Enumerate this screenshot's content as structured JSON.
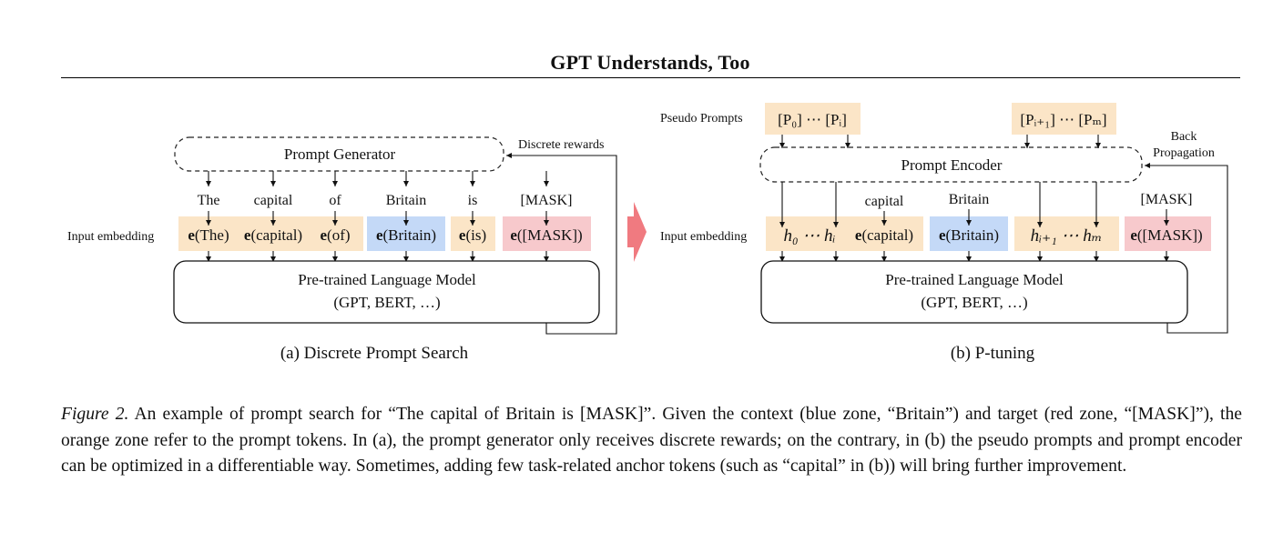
{
  "header": {
    "title": "GPT Understands, Too"
  },
  "colors": {
    "prompt_zone": "#fbe5c7",
    "context_zone": "#c4d9f7",
    "target_zone": "#f7c9cc",
    "transition_arrow": "#f07a80"
  },
  "figure": {
    "panel_a": {
      "generator_label": "Prompt Generator",
      "rewards_label": "Discrete rewards",
      "input_embedding_label": "Input embedding",
      "tokens": [
        {
          "word": "The",
          "emb_prefix": "e",
          "emb_arg": "(The)",
          "zone": "prompt"
        },
        {
          "word": "capital",
          "emb_prefix": "e",
          "emb_arg": "(capital)",
          "zone": "prompt"
        },
        {
          "word": "of",
          "emb_prefix": "e",
          "emb_arg": "(of)",
          "zone": "prompt"
        },
        {
          "word": "Britain",
          "emb_prefix": "e",
          "emb_arg": "(Britain)",
          "zone": "context"
        },
        {
          "word": "is",
          "emb_prefix": "e",
          "emb_arg": "(is)",
          "zone": "prompt"
        },
        {
          "word": "[MASK]",
          "emb_prefix": "e",
          "emb_arg": "([MASK])",
          "zone": "target"
        }
      ],
      "lm_line1": "Pre-trained Language Model",
      "lm_line2": "(GPT, BERT, …)",
      "subcaption": "(a) Discrete Prompt Search"
    },
    "panel_b": {
      "pseudo_prompts_label": "Pseudo Prompts",
      "pseudo_left": "[P₀] ⋯ [Pᵢ]",
      "pseudo_right": "[Pᵢ₊₁] ⋯ [Pₘ]",
      "encoder_label": "Prompt Encoder",
      "back_prop_line1": "Back",
      "back_prop_line2": "Propagation",
      "input_embedding_label": "Input embedding",
      "anchor_word": "capital",
      "context_word": "Britain",
      "target_word": "[MASK]",
      "h_left": "h₀ ⋯ hᵢ",
      "anchor_emb": "(capital)",
      "context_emb": "(Britain)",
      "h_right": "hᵢ₊₁ ⋯ hₘ",
      "target_emb": "([MASK])",
      "emb_prefix": "e",
      "lm_line1": "Pre-trained Language Model",
      "lm_line2": "(GPT, BERT, …)",
      "subcaption": "(b) P-tuning"
    }
  },
  "caption": {
    "label": "Figure 2.",
    "text": " An example of prompt search for “The capital of Britain is [MASK]”. Given the context (blue zone, “Britain”) and target (red zone, “[MASK]”), the orange zone refer to the prompt tokens. In (a), the prompt generator only receives discrete rewards; on the contrary, in (b) the pseudo prompts and prompt encoder can be optimized in a differentiable way. Sometimes, adding few task-related anchor tokens (such as “capital” in (b)) will bring further improvement."
  }
}
